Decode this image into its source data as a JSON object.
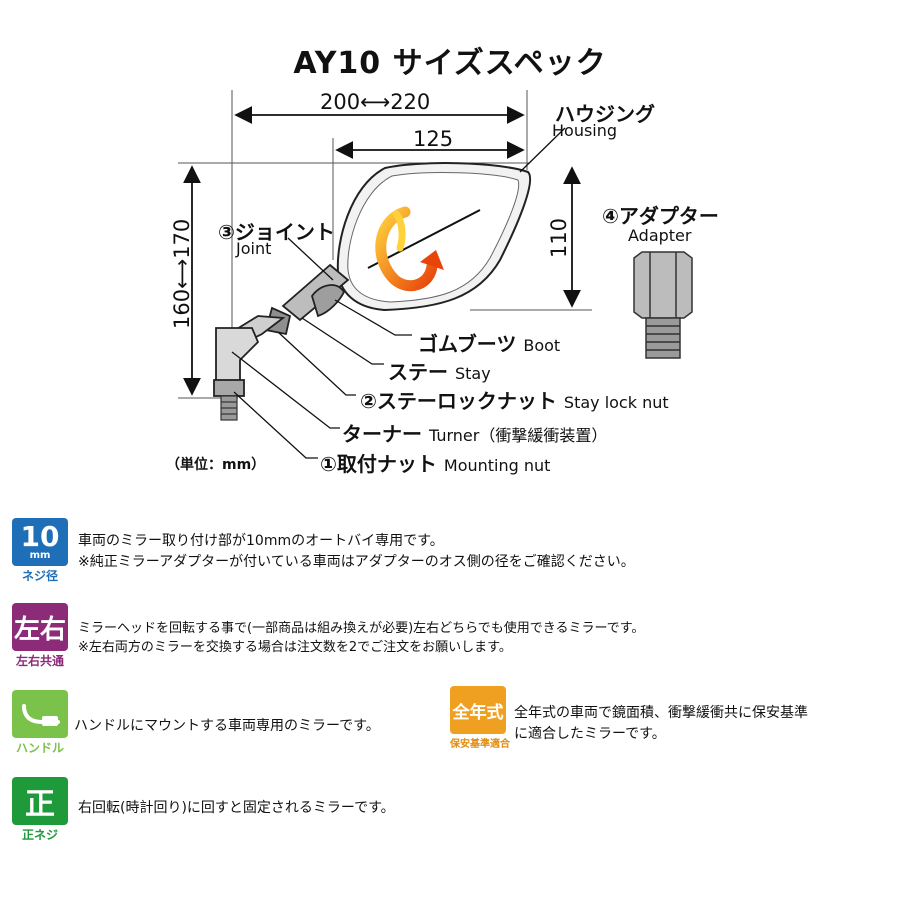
{
  "title": "AY10 サイズスペック",
  "dimensions": {
    "width_total": "200⟷220",
    "width_head": "125",
    "height_total": "160⟷170",
    "height_head": "110"
  },
  "parts": {
    "housing": {
      "jp": "ハウジング",
      "en": "Housing"
    },
    "joint": {
      "jp": "③ジョイント",
      "en": "Joint"
    },
    "adapter": {
      "jp": "④アダプター",
      "en": "Adapter"
    },
    "boot": {
      "jp": "ゴムブーツ",
      "en": "Boot"
    },
    "stay": {
      "jp": "ステー",
      "en": "Stay"
    },
    "stay_lock_nut": {
      "jp": "②ステーロックナット",
      "en": "Stay lock nut"
    },
    "turner": {
      "jp": "ターナー",
      "en": "Turner（衝撃緩衝装置）"
    },
    "mounting_nut": {
      "jp": "①取付ナット",
      "en": "Mounting nut"
    }
  },
  "unit_label": "（単位：mm）",
  "features": [
    {
      "badge_main": "10",
      "badge_sub": "mm",
      "badge_caption": "ネジ径",
      "color": "#1f6fb8",
      "lines": [
        "車両のミラー取り付け部が10mmのオートバイ専用です。",
        "※純正ミラーアダプターが付いている車両はアダプターのオス側の径をご確認ください。"
      ]
    },
    {
      "badge_main": "左右",
      "badge_caption": "左右共通",
      "color": "#8c2b78",
      "lines": [
        "ミラーヘッドを回転する事で(一部商品は組み換えが必要)左右どちらでも使用できるミラーです。",
        "※左右両方のミラーを交換する場合は注文数を2でご注文をお願いします。"
      ]
    },
    {
      "badge_caption": "ハンドル",
      "color": "#7ac24a",
      "lines": [
        "ハンドルにマウントする車両専用のミラーです。"
      ]
    },
    {
      "badge_main": "全年式",
      "badge_caption": "保安基準適合",
      "color": "#f0a020",
      "lines": [
        "全年式の車両で鏡面積、衝撃緩衝共に保安基準",
        "に適合したミラーです。"
      ]
    },
    {
      "badge_main": "正",
      "badge_caption": "正ネジ",
      "color": "#1e9a3a",
      "lines": [
        "右回転(時計回り)に回すと固定されるミラーです。"
      ]
    }
  ]
}
